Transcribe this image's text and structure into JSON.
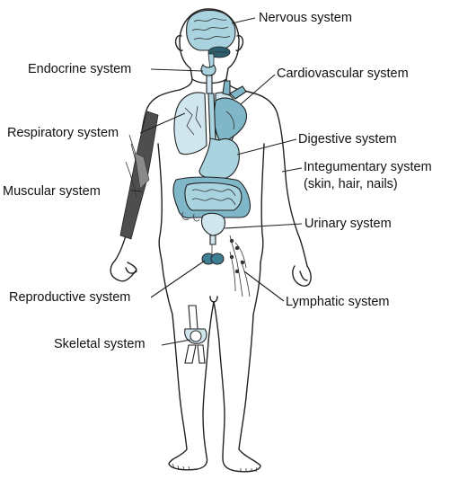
{
  "colors": {
    "organ_fill": "#a9d3df",
    "organ_light": "#cfe6ee",
    "organ_dark": "#3e7f93",
    "outline": "#222222"
  },
  "labels": {
    "nervous": "Nervous system",
    "endocrine": "Endocrine system",
    "cardiovascular": "Cardiovascular system",
    "respiratory": "Respiratory system",
    "digestive": "Digestive system",
    "integumentary_line1": "Integumentary system",
    "integumentary_line2": "(skin, hair, nails)",
    "muscular": "Muscular system",
    "urinary": "Urinary system",
    "reproductive": "Reproductive system",
    "lymphatic": "Lymphatic system",
    "skeletal": "Skeletal system"
  }
}
